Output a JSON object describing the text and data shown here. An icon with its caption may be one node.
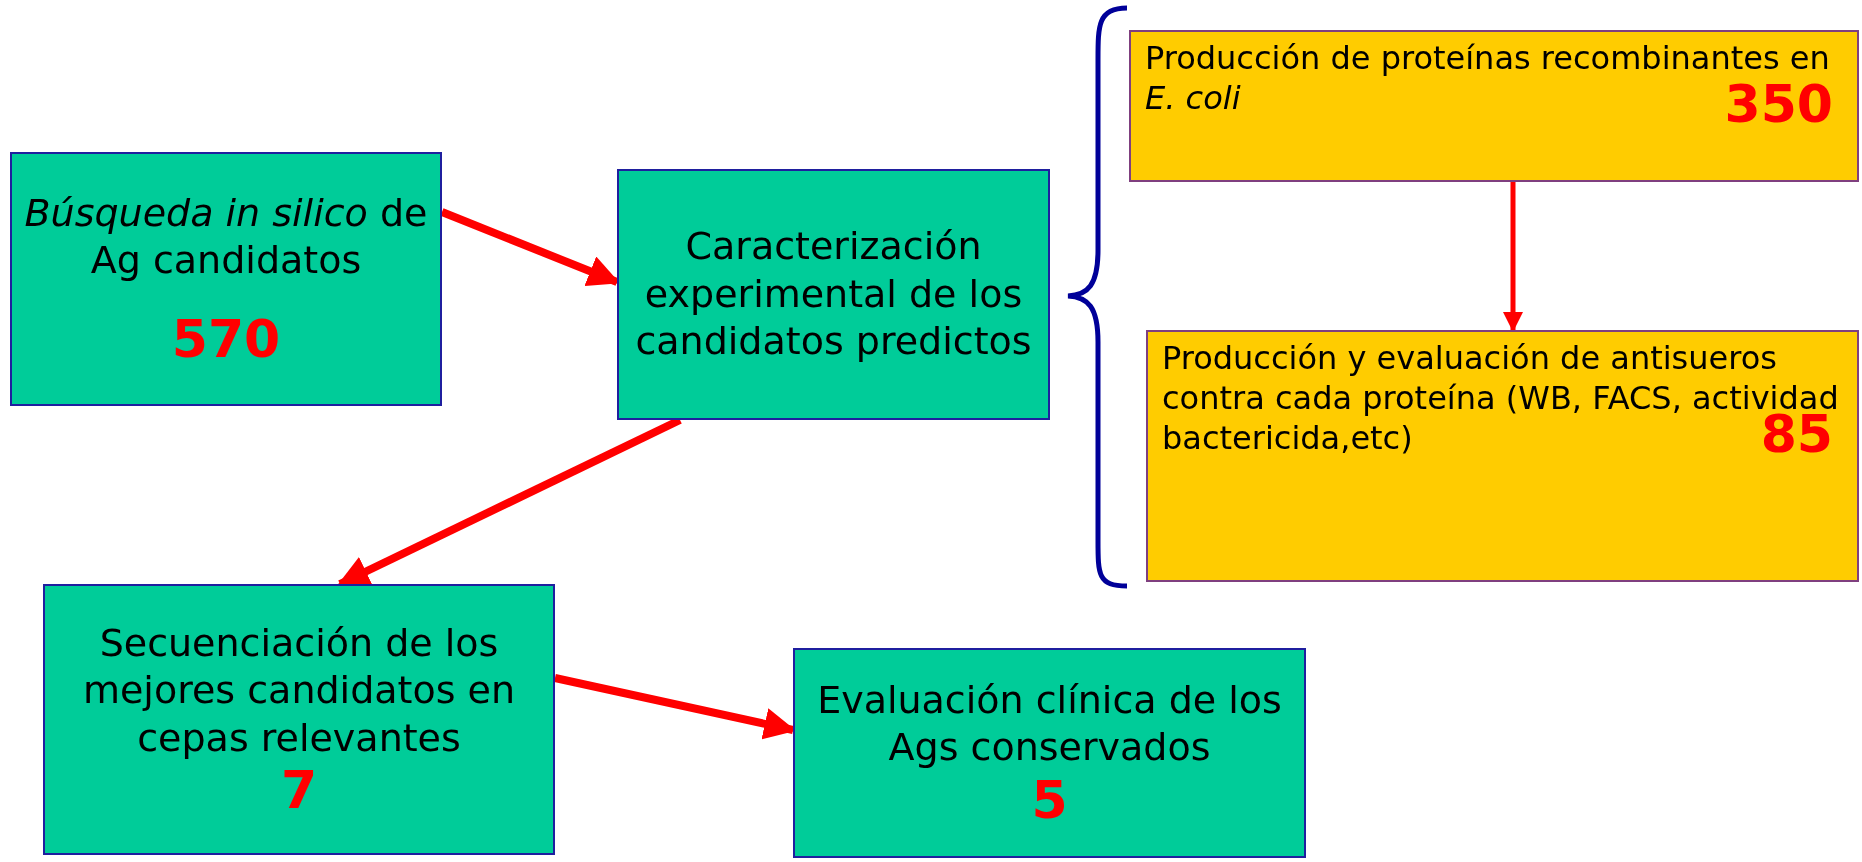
{
  "diagram": {
    "nodes": [
      {
        "text": [
          "*Búsqueda in silico* de Ag candidatos",
          "570"
        ]
      },
      {
        "text": [
          "Caracterización experimental de los candidatos predictos"
        ]
      },
      {
        "text": [
          "Producción de proteínas recombinantes en *E. coli*",
          "350"
        ]
      },
      {
        "text": [
          "Producción y evaluación  de antisueros contra cada proteína (WB, FACS, actividad bactericida,etc)",
          "85"
        ]
      },
      {
        "text": [
          "Secuenciación de los mejores candidatos en cepas relevantes",
          "7"
        ]
      },
      {
        "text": [
          "Evaluación clínica de los Ags conservados",
          "5"
        ]
      }
    ],
    "edges": [
      {
        "from": 0,
        "to": 1,
        "arrow": "to"
      },
      {
        "from": 1,
        "to": 4,
        "arrow": "to"
      },
      {
        "from": 2,
        "to": 3,
        "arrow": "to"
      },
      {
        "from": 4,
        "to": 5,
        "arrow": "to"
      }
    ]
  }
}
